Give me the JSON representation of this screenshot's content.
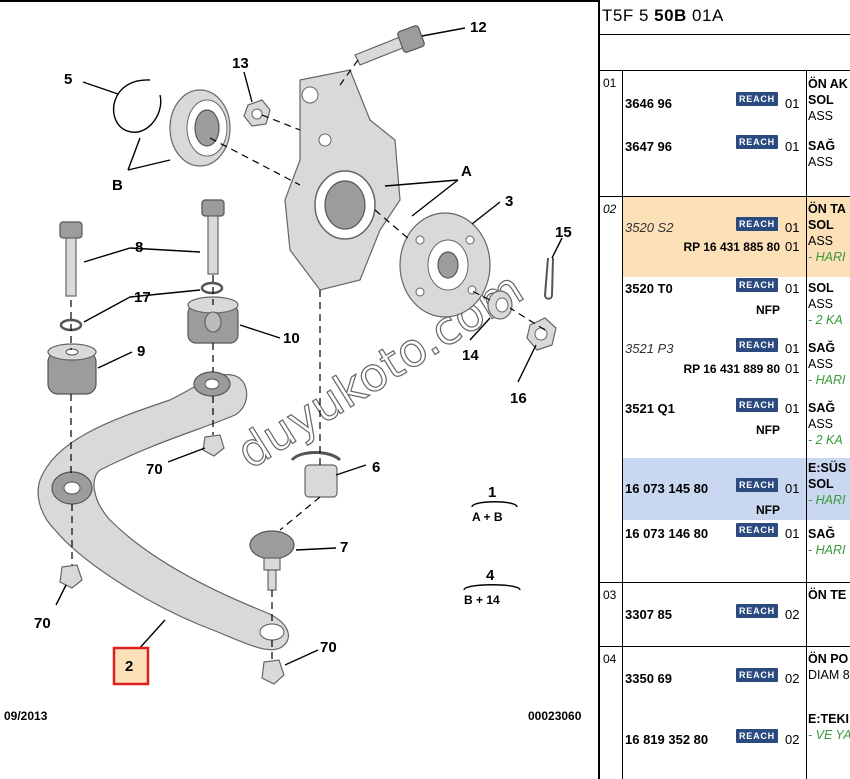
{
  "diagram": {
    "labels": {
      "l1": "1",
      "l2": "2",
      "l3": "3",
      "l4": "4",
      "l5": "5",
      "l6": "6",
      "l7": "7",
      "l8": "8",
      "l9": "9",
      "l10": "10",
      "l12": "12",
      "l13": "13",
      "l14": "14",
      "l15": "15",
      "l16": "16",
      "l17": "17",
      "l70a": "70",
      "l70b": "70",
      "l70c": "70",
      "lA": "A",
      "lB": "B"
    },
    "combo1": "A + B",
    "combo4": "B + 14",
    "date": "09/2013",
    "code": "00023060",
    "watermark": "duyukoto.com"
  },
  "panel": {
    "header_pre": "T5F 5 ",
    "header_bold": "50B",
    "header_post": " 01A",
    "reach": "REACH",
    "groups": {
      "g01": "01",
      "g02": "02",
      "g03": "03",
      "g04": "04"
    },
    "rows": {
      "r1_ref": "3646 96",
      "r1_qty": "01",
      "r1_d1": "ÖN AK",
      "r1_d2": "SOL",
      "r1_d3": "ASS",
      "r2_ref": "3647 96",
      "r2_qty": "01",
      "r2_d2": "SAĞ",
      "r2_d3": "ASS",
      "r3_ref": "3520 S2",
      "r3_rp": "RP 16 431 885 80",
      "r3_qty": "01",
      "r3_qty2": "01",
      "r3_d1": "ÖN TA",
      "r3_d2": "SOL",
      "r3_d3": "ASS",
      "r3_d4": "- HARI",
      "r4_ref": "3520 T0",
      "r4_rp": "NFP",
      "r4_qty": "01",
      "r4_d2": "SOL",
      "r4_d3": "ASS",
      "r4_d4": "- 2 KA",
      "r5_ref": "3521 P3",
      "r5_rp": "RP 16 431 889 80",
      "r5_qty": "01",
      "r5_qty2": "01",
      "r5_d2": "SAĞ",
      "r5_d3": "ASS",
      "r5_d4": "- HARI",
      "r6_ref": "3521 Q1",
      "r6_rp": "NFP",
      "r6_qty": "01",
      "r6_d2": "SAĞ",
      "r6_d3": "ASS",
      "r6_d4": "- 2 KA",
      "r7_ref": "16 073 145 80",
      "r7_rp": "NFP",
      "r7_qty": "01",
      "r7_d1": "E:SÜS",
      "r7_d2": "SOL",
      "r7_d3": "- HARI",
      "r8_ref": "16 073 146 80",
      "r8_qty": "01",
      "r8_d2": "SAĞ",
      "r8_d3": "- HARI",
      "r9_ref": "3307 85",
      "r9_qty": "02",
      "r9_d1": "ÖN TE",
      "r10_ref": "3350 69",
      "r10_qty": "02",
      "r10_d1": "ÖN PO",
      "r10_d2": "DIAM 8",
      "r11_ref": "16 819 352 80",
      "r11_qty": "02",
      "r11_d1": "E:TEKI",
      "r11_d2": "- VE YA"
    }
  }
}
